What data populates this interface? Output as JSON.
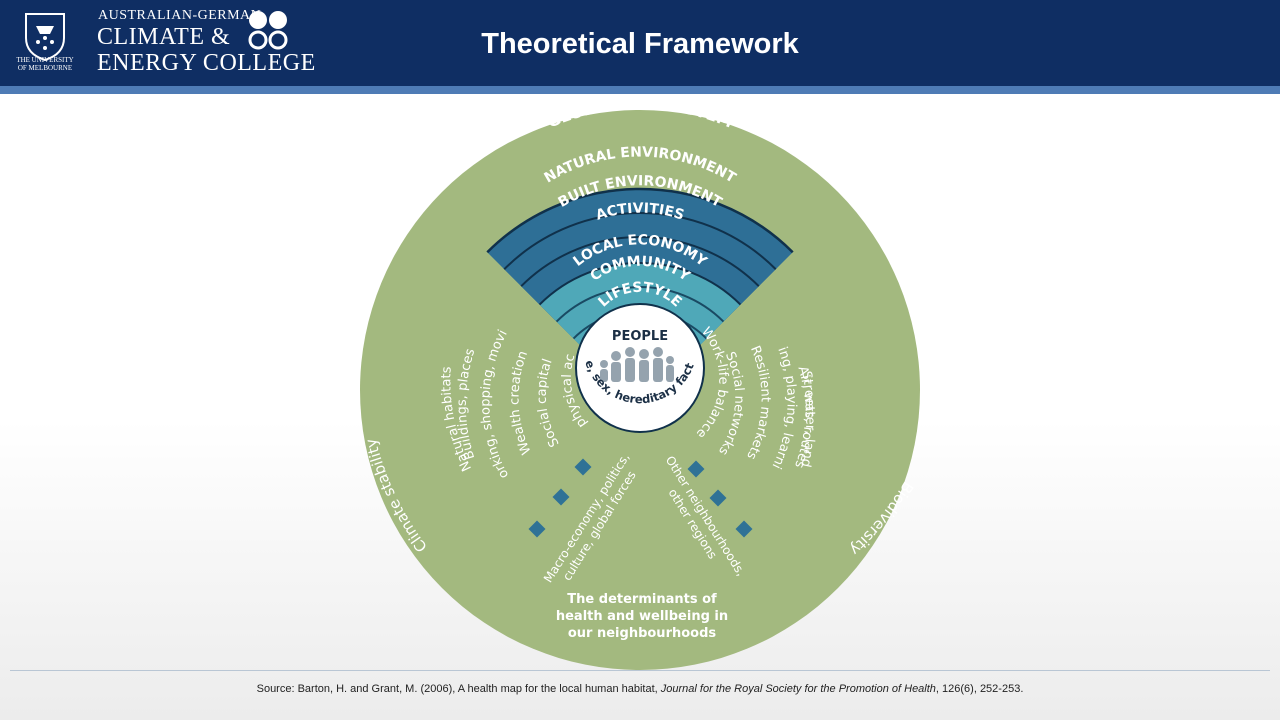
{
  "header": {
    "university_name": "THE UNIVERSITY OF MELBOURNE",
    "college_line1": "AUSTRALIAN-GERMAN",
    "college_line2": "CLIMATE &",
    "college_line3": "ENERGY COLLEGE",
    "title": "Theoretical Framework"
  },
  "diagram": {
    "outer_ring": "GLOBAL ECOSYSTEM",
    "rings": [
      {
        "name": "NATURAL ENVIRONMENT",
        "left": "Natural habitats",
        "right": "Air, water, land"
      },
      {
        "name": "BUILT ENVIRONMENT",
        "left": "Buildings, places",
        "right": "Streets, routes"
      },
      {
        "name": "ACTIVITIES",
        "left": "Working, shopping, moving",
        "right": "Living, playing, learning"
      },
      {
        "name": "LOCAL ECONOMY",
        "left": "Wealth creation",
        "right": "Resilient markets"
      },
      {
        "name": "COMMUNITY",
        "left": "Social capital",
        "right": "Social networks"
      },
      {
        "name": "LIFESTYLE",
        "left": "Diet, physical activity",
        "right": "Work-life balance"
      }
    ],
    "center_title": "PEOPLE",
    "center_caption": "Age, sex, hereditary factors",
    "wedge_left": "Macro-economy, politics, culture, global forces",
    "wedge_left_line1": "Macro-economy, politics,",
    "wedge_left_line2": "culture, global forces",
    "wedge_right": "Other neighbourhoods, other regions",
    "wedge_right_line1": "Other neighbourhoods,",
    "wedge_right_line2": "other regions",
    "left_side": "Climate stability",
    "right_side": "Biodiversity",
    "caption_line1": "The determinants of",
    "caption_line2": "health and wellbeing in",
    "caption_line3": "our neighbourhoods",
    "colors": {
      "outer_green": "#a3b97f",
      "ring_blue_dark": "#2e6f96",
      "ring_blue_light": "#4fa8b8",
      "ring_outline": "#10314b",
      "text_white": "#ffffff",
      "wedge_marker": "#2f7296",
      "header_navy": "#0f2e63"
    }
  },
  "footer": {
    "source_prefix": "Source: Barton, H. and Grant, M. (2006), A health map for the local human habitat, ",
    "source_journal": "Journal for the Royal Society for the Promotion of Health",
    "source_suffix": ", 126(6), 252-253."
  }
}
